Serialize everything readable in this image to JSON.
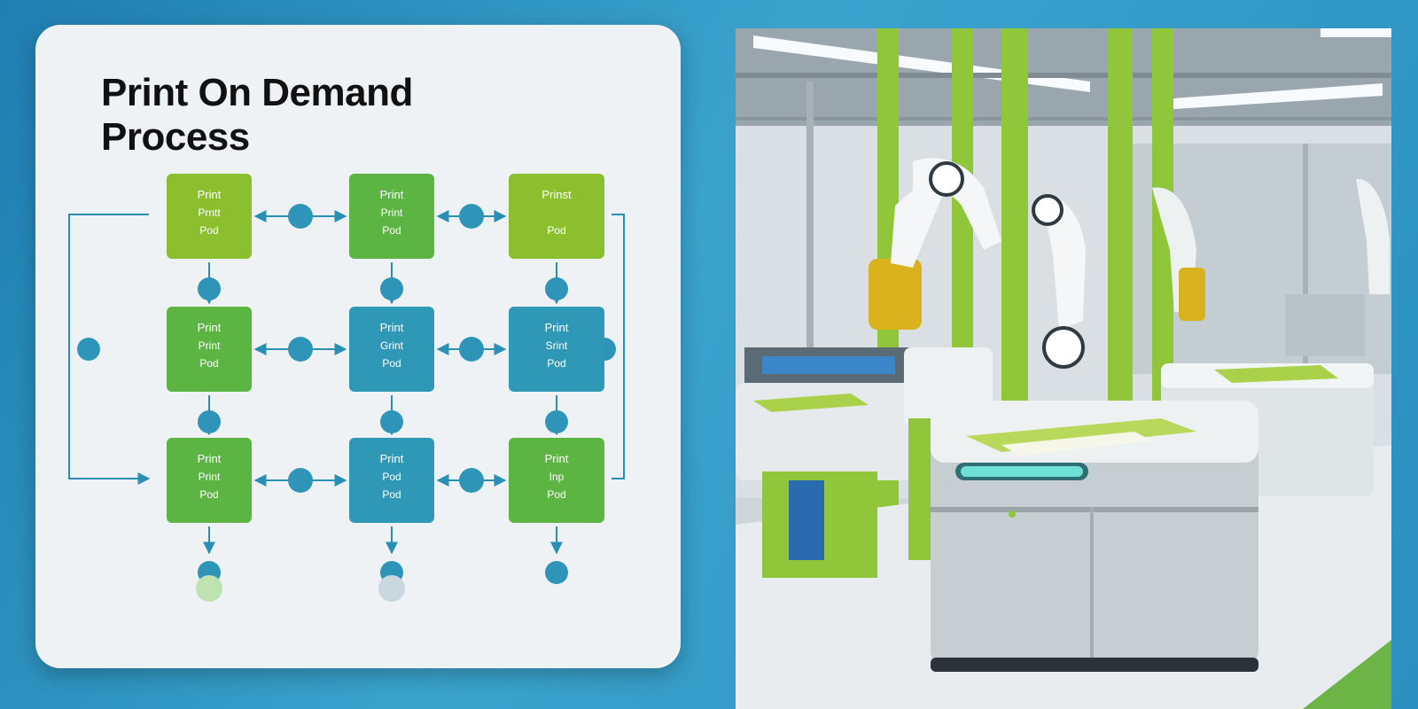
{
  "diagram": {
    "title_lines": [
      "Print On Demand",
      "Process"
    ],
    "colors": {
      "lime": "#8cbf2e",
      "green": "#5cb443",
      "teal": "#2f98b6",
      "connector": "#2a8fb5",
      "connector_badge": "#2f95b8"
    },
    "nodes": [
      {
        "lines": [
          "Print",
          "Prntt",
          "Pod"
        ],
        "color": "lime"
      },
      {
        "lines": [
          "Print",
          "Print",
          "Pod"
        ],
        "color": "green"
      },
      {
        "lines": [
          "Prinst",
          "",
          "Pod"
        ],
        "color": "lime"
      },
      {
        "lines": [
          "Print",
          "Print",
          "Pod"
        ],
        "color": "green"
      },
      {
        "lines": [
          "Print",
          "Grint",
          "Pod"
        ],
        "color": "teal"
      },
      {
        "lines": [
          "Print",
          "Srint",
          "Pod"
        ],
        "color": "teal"
      },
      {
        "lines": [
          "Print",
          "Print",
          "Pod"
        ],
        "color": "green"
      },
      {
        "lines": [
          "Print",
          "Pod",
          "Pod"
        ],
        "color": "teal"
      },
      {
        "lines": [
          "Print",
          "Inp",
          "Pod"
        ],
        "color": "green"
      }
    ]
  },
  "photo": {
    "subject": "robotic print-on-demand factory"
  }
}
